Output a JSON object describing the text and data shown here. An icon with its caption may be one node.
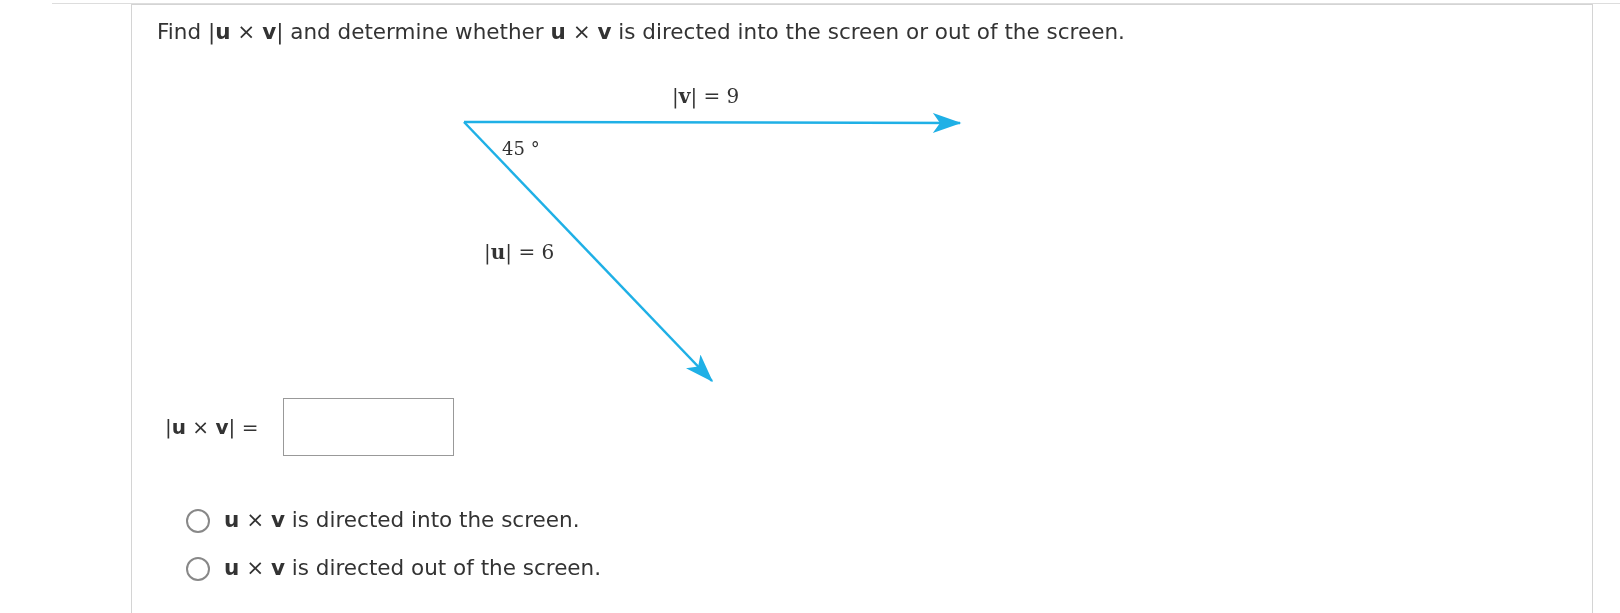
{
  "diagram": {
    "labels": [
      "Find |**u** × **v**| and determine whether **u** × **v** is directed into the screen or out of the screen.",
      "|**v**| = 9",
      "45 °",
      "|**u**| = 6",
      "|**u** × **v**| =",
      "**u** × **v** is directed into the screen.",
      "**u** × **v** is directed out of the screen."
    ]
  }
}
